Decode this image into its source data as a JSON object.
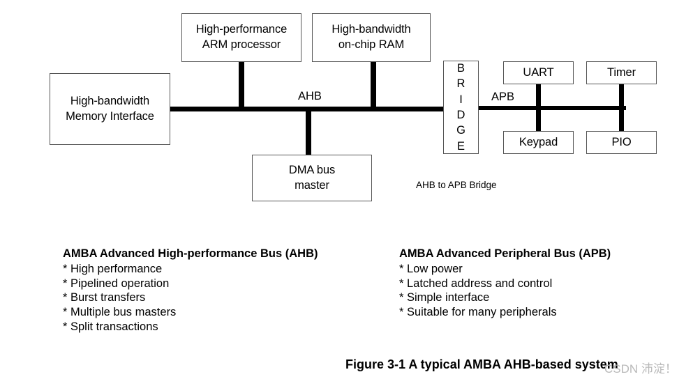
{
  "figure": {
    "caption": "Figure 3-1 A typical AMBA AHB-based system",
    "watermark": "CSDN 沛淀！"
  },
  "diagram": {
    "buses": [
      {
        "name": "ahb",
        "label": "AHB"
      },
      {
        "name": "apb",
        "label": "APB"
      }
    ],
    "bridge_note": "AHB to APB Bridge",
    "nodes": {
      "memory_interface": "High-bandwidth\nMemory Interface",
      "arm_processor": "High-performance\nARM processor",
      "onchip_ram": "High-bandwidth\non-chip RAM",
      "dma_master": "DMA bus\nmaster",
      "bridge": "BRIDGE",
      "uart": "UART",
      "timer": "Timer",
      "keypad": "Keypad",
      "pio": "PIO"
    }
  },
  "legend": {
    "ahb": {
      "title": "AMBA Advanced High-performance Bus (AHB)",
      "items": [
        "* High performance",
        "* Pipelined operation",
        "* Burst transfers",
        "* Multiple bus masters",
        "* Split transactions"
      ]
    },
    "apb": {
      "title": "AMBA Advanced Peripheral Bus (APB)",
      "items": [
        "* Low power",
        "* Latched address and control",
        "* Simple interface",
        "* Suitable for many peripherals"
      ]
    }
  },
  "colors": {
    "line": "#000000",
    "box_border": "#555555",
    "background": "#ffffff",
    "watermark": "#b9b9b9"
  }
}
